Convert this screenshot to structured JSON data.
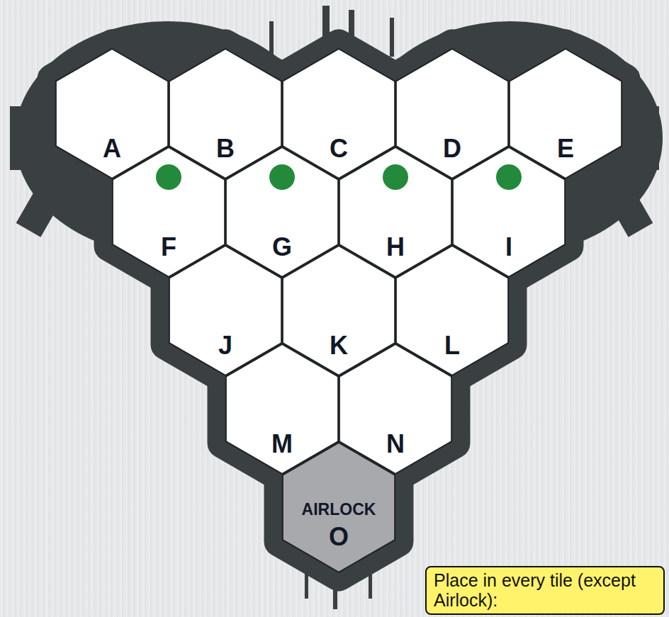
{
  "diagram": {
    "nodes": [
      {
        "text": [
          "A"
        ]
      },
      {
        "text": [
          "B"
        ]
      },
      {
        "text": [
          "C"
        ]
      },
      {
        "text": [
          "D"
        ]
      },
      {
        "text": [
          "E"
        ]
      },
      {
        "text": [
          "F"
        ]
      },
      {
        "text": [
          "G"
        ]
      },
      {
        "text": [
          "H"
        ]
      },
      {
        "text": [
          "I"
        ]
      },
      {
        "text": [
          "J"
        ]
      },
      {
        "text": [
          "K"
        ]
      },
      {
        "text": [
          "L"
        ]
      },
      {
        "text": [
          "M"
        ]
      },
      {
        "text": [
          "N"
        ]
      },
      {
        "text": [
          "AIRLOCK",
          "O"
        ]
      },
      {
        "text": [
          "Place in every tile (except Airlock):"
        ]
      }
    ]
  }
}
